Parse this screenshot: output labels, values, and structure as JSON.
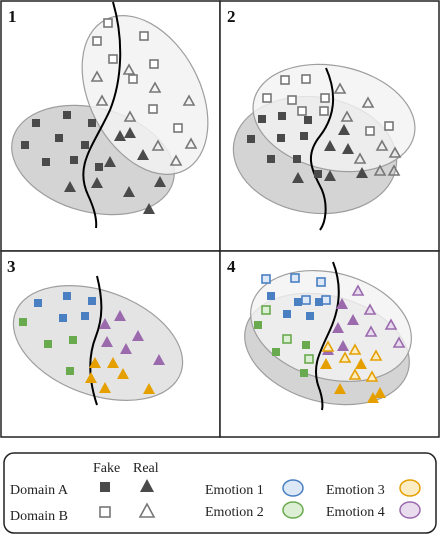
{
  "panels": [
    {
      "label": "1"
    },
    {
      "label": "2"
    },
    {
      "label": "3"
    },
    {
      "label": "4"
    }
  ],
  "legend": {
    "fake_label": "Fake",
    "real_label": "Real",
    "domain_a_label": "Domain A",
    "domain_b_label": "Domain B",
    "emotions": [
      {
        "label": "Emotion 1",
        "color": "#4a7fc1",
        "fill": "#dce8f6"
      },
      {
        "label": "Emotion 2",
        "color": "#6aaa4f",
        "fill": "#dcefd4"
      },
      {
        "label": "Emotion 3",
        "color": "#e5a000",
        "fill": "#fbecc4"
      },
      {
        "label": "Emotion 4",
        "color": "#9a6aad",
        "fill": "#e9dcef"
      }
    ]
  },
  "colors": {
    "domain_a": "#4a4a4a",
    "domain_b": "#777777",
    "panel_border": "#222222",
    "ellipse_a_fill": "#d3d3d3",
    "ellipse_b_fill": "#f2f2f2",
    "ellipse_stroke": "#9e9e9e",
    "boundary": "#000000"
  },
  "icons": {
    "fake": "square-icon",
    "real": "triangle-icon",
    "emotion": "ellipse-icon"
  }
}
